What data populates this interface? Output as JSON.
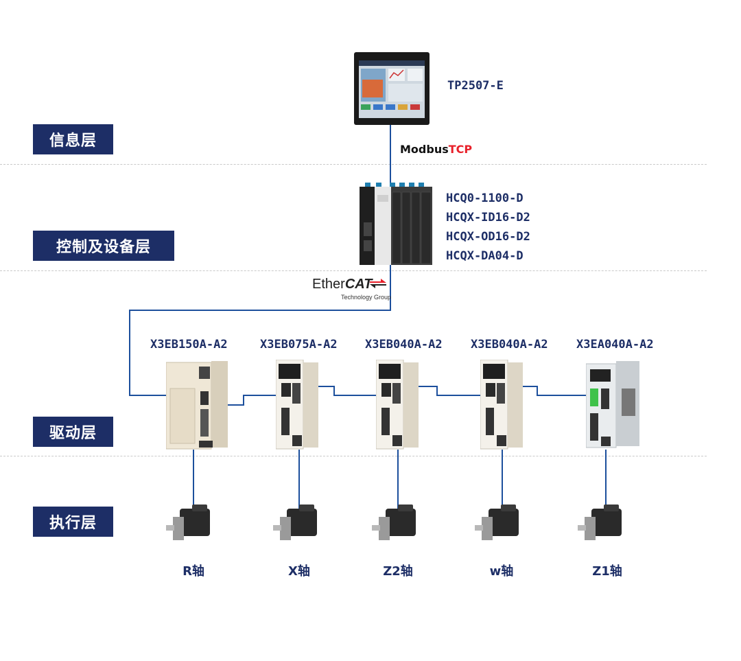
{
  "layers": {
    "info": "信息层",
    "control": "控制及设备层",
    "drive": "驱动层",
    "execution": "执行层"
  },
  "hmi": {
    "model": "TP2507-E"
  },
  "protocols": {
    "modbus_prefix": "Modbus",
    "modbus_suffix": "TCP",
    "ethercat_prefix": "Ether",
    "ethercat_bold": "CAT",
    "ethercat_sub": "Technology Group"
  },
  "plc": {
    "modules": [
      "HCQ0-1100-D",
      "HCQX-ID16-D2",
      "HCQX-OD16-D2",
      "HCQX-DA04-D"
    ]
  },
  "drives": [
    "X3EB150A-A2",
    "X3EB075A-A2",
    "X3EB040A-A2",
    "X3EB040A-A2",
    "X3EA040A-A2"
  ],
  "axes": [
    "R轴",
    "X轴",
    "Z2轴",
    "w轴",
    "Z1轴"
  ],
  "colors": {
    "badge": "#1d2e66",
    "wire": "#1c4f9c",
    "tcp": "#e8202a"
  }
}
